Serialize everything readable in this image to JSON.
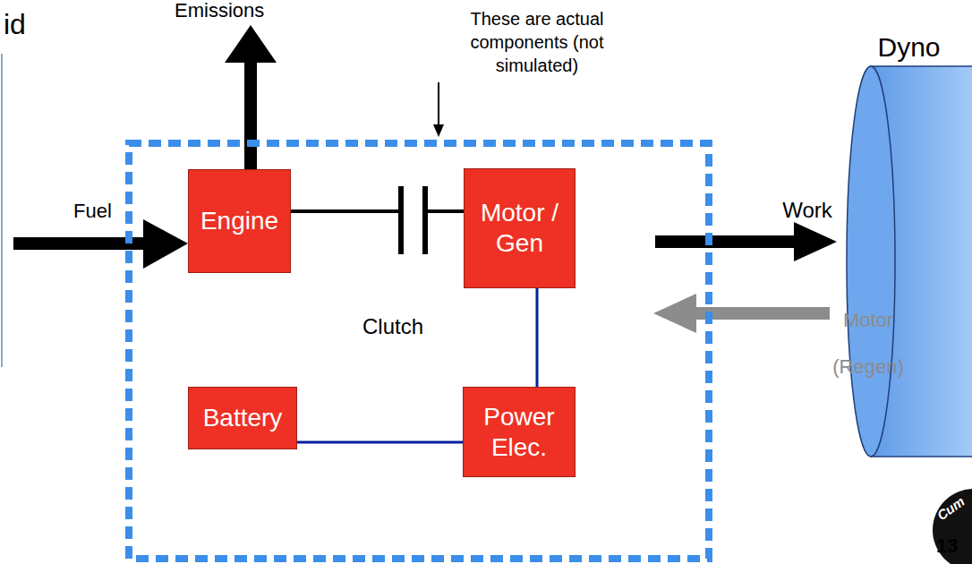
{
  "diagram": {
    "nodes": [
      {
        "text": [
          "These are actual components (not simulated)"
        ]
      },
      {
        "text": [
          "Engine"
        ],
        "in": 0
      },
      {
        "text": [
          "Motor / Gen"
        ],
        "in": 0
      },
      {
        "text": [
          "Battery"
        ],
        "in": 0
      },
      {
        "text": [
          "Power Elec."
        ],
        "in": 0
      },
      {
        "text": [
          "Dyno"
        ]
      }
    ],
    "edges": [
      {
        "from": 1,
        "to": 2,
        "arrow": "none"
      },
      {
        "from": 2,
        "to": 4,
        "arrow": "none"
      },
      {
        "from": 3,
        "to": 4,
        "arrow": "none"
      },
      {
        "from": 2,
        "to": 5,
        "label": "Work",
        "arrow": "to"
      },
      {
        "from": 5,
        "to": 2,
        "label": "Motor (Regen)",
        "arrow": "to"
      }
    ],
    "labels": [
      "id",
      "Emissions",
      "Fuel",
      "Clutch",
      "13",
      "Cum"
    ]
  }
}
